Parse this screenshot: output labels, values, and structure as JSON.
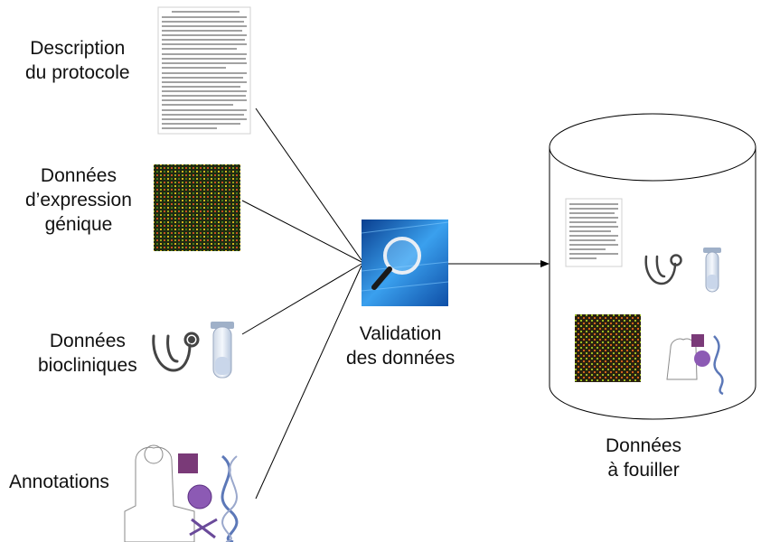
{
  "inputs": {
    "protocol": {
      "lines": [
        "Description",
        "du protocole"
      ],
      "icon": "document-icon"
    },
    "expression": {
      "lines": [
        "Données",
        "d’expression",
        "génique"
      ],
      "icon": "microarray-icon"
    },
    "bioclinical": {
      "lines": [
        "Données",
        "biocliniques"
      ],
      "icons": [
        "stethoscope-icon",
        "test-tube-icon"
      ]
    },
    "annotations": {
      "lines": [
        "Annotations"
      ],
      "icon": "biology-illustration-icon"
    }
  },
  "validation": {
    "lines": [
      "Validation",
      "des données"
    ],
    "icon": "magnifying-glass-icon"
  },
  "output": {
    "lines": [
      "Données",
      "à fouiller"
    ],
    "icon": "database-cylinder-icon"
  },
  "colors": {
    "line": "#000000",
    "glass_bg": "#1e6fc8",
    "microarray_bg": "#1f2a12"
  }
}
